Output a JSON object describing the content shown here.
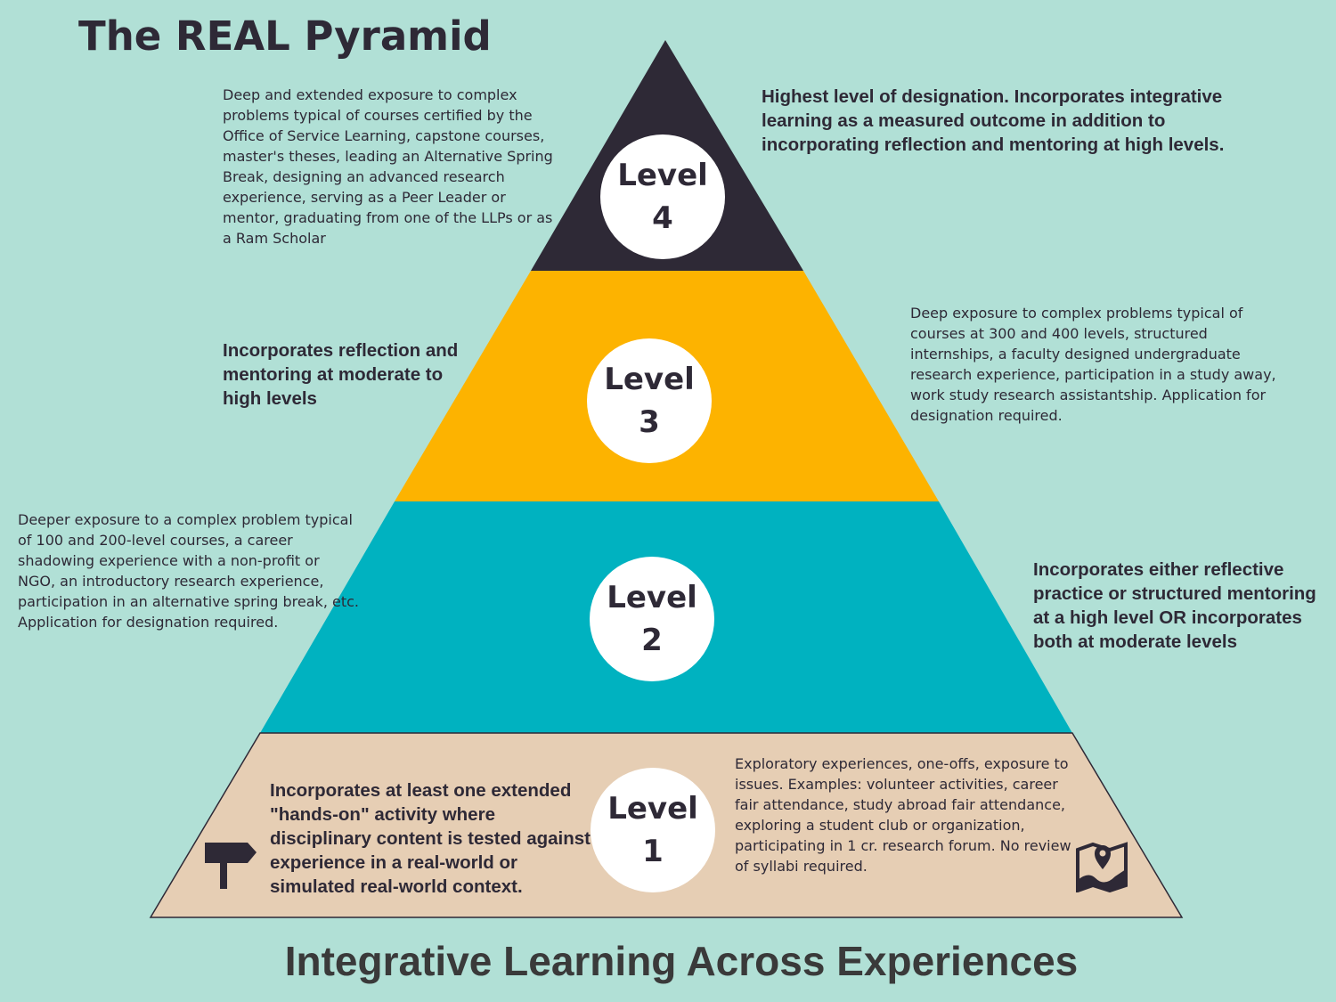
{
  "title": "The REAL Pyramid",
  "footer": "Integrative Learning Across Experiences",
  "colors": {
    "background": "#b1e0d6",
    "level4": "#2e2936",
    "level3": "#fdb300",
    "level2": "#00b2c0",
    "level1": "#e6ceb4"
  },
  "levels": {
    "level4": {
      "word": "Level",
      "number": "4",
      "left_text": "Deep and extended exposure to complex problems  typical of courses certified by the Office of Service Learning, capstone courses, master's theses, leading an Alternative Spring Break, designing an advanced research experience, serving as a Peer Leader or mentor, graduating from one of the LLPs or as a Ram Scholar",
      "right_text": "Highest level of designation.  Incorporates integrative learning as a measured outcome in addition to incorporating reflection and mentoring at high levels."
    },
    "level3": {
      "word": "Level",
      "number": "3",
      "left_text": "Incorporates reflection and mentoring at moderate to high levels",
      "right_text": "Deep exposure to complex problems typical of courses at 300 and 400 levels, structured internships, a faculty designed undergraduate research experience, participation in a study away, work study research assistantship. Application for designation required."
    },
    "level2": {
      "word": "Level",
      "number": "2",
      "left_text": "Deeper exposure to a complex problem typical of  100 and 200-level courses, a career shadowing experience with a non-profit or NGO, an introductory research experience, participation in an alternative spring break, etc. Application for designation required.",
      "right_text": "Incorporates either reflective practice or structured mentoring at a high level OR incorporates both at moderate levels"
    },
    "level1": {
      "word": "Level",
      "number": "1",
      "left_text": "Incorporates at least one extended \"hands-on\" activity where disciplinary content is tested against experience in a real-world or simulated real-world context.",
      "right_text": "Exploratory experiences, one-offs, exposure to issues. Examples: volunteer activities, career fair attendance, study abroad fair  attendance, exploring a student club or organization, participating in 1 cr. research forum. No review of syllabi required."
    }
  },
  "icons": {
    "left": "signpost-icon",
    "right": "map-pin-icon"
  }
}
